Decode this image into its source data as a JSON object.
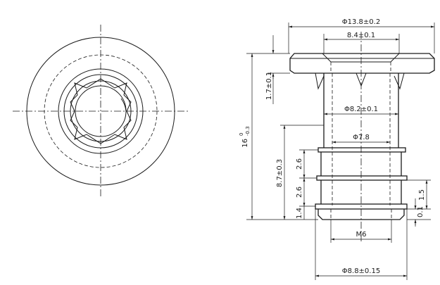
{
  "dimensions": {
    "outer_flange_diameter": "Φ13.8±0.2",
    "head_inner_diameter": "8.4±0.1",
    "body_diameter": "Φ8.2±0.1",
    "bore_diameter": "Φ7.8",
    "thread": "M6",
    "bottom_diameter": "Φ8.8±0.15",
    "flange_thickness": "1.7±0.1",
    "overall_length": "16",
    "overall_length_upper_tol": "0",
    "overall_length_lower_tol": "-0.3",
    "ribbed_length": "8.7±0.3",
    "rib_pitch_upper": "2.6",
    "rib_pitch_lower": "2.6",
    "bottom_offset": "1.4",
    "rib_height": "1.5",
    "rib_step": "0.1"
  }
}
